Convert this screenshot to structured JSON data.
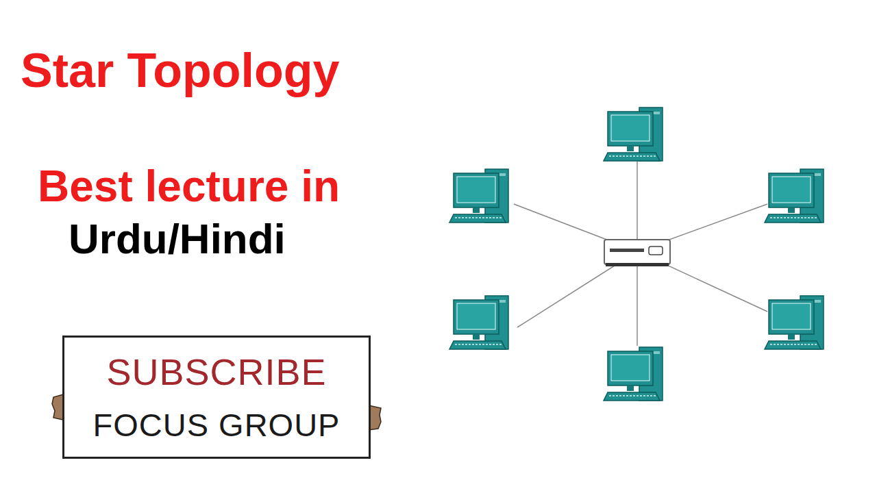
{
  "diagram": {
    "title": "Star Topology",
    "nodes": [
      {
        "text": [
          "SUBSCRIBE",
          "FOCUS GROUP"
        ]
      }
    ],
    "labels": [
      "Best lecture in",
      "Urdu/Hindi"
    ]
  }
}
